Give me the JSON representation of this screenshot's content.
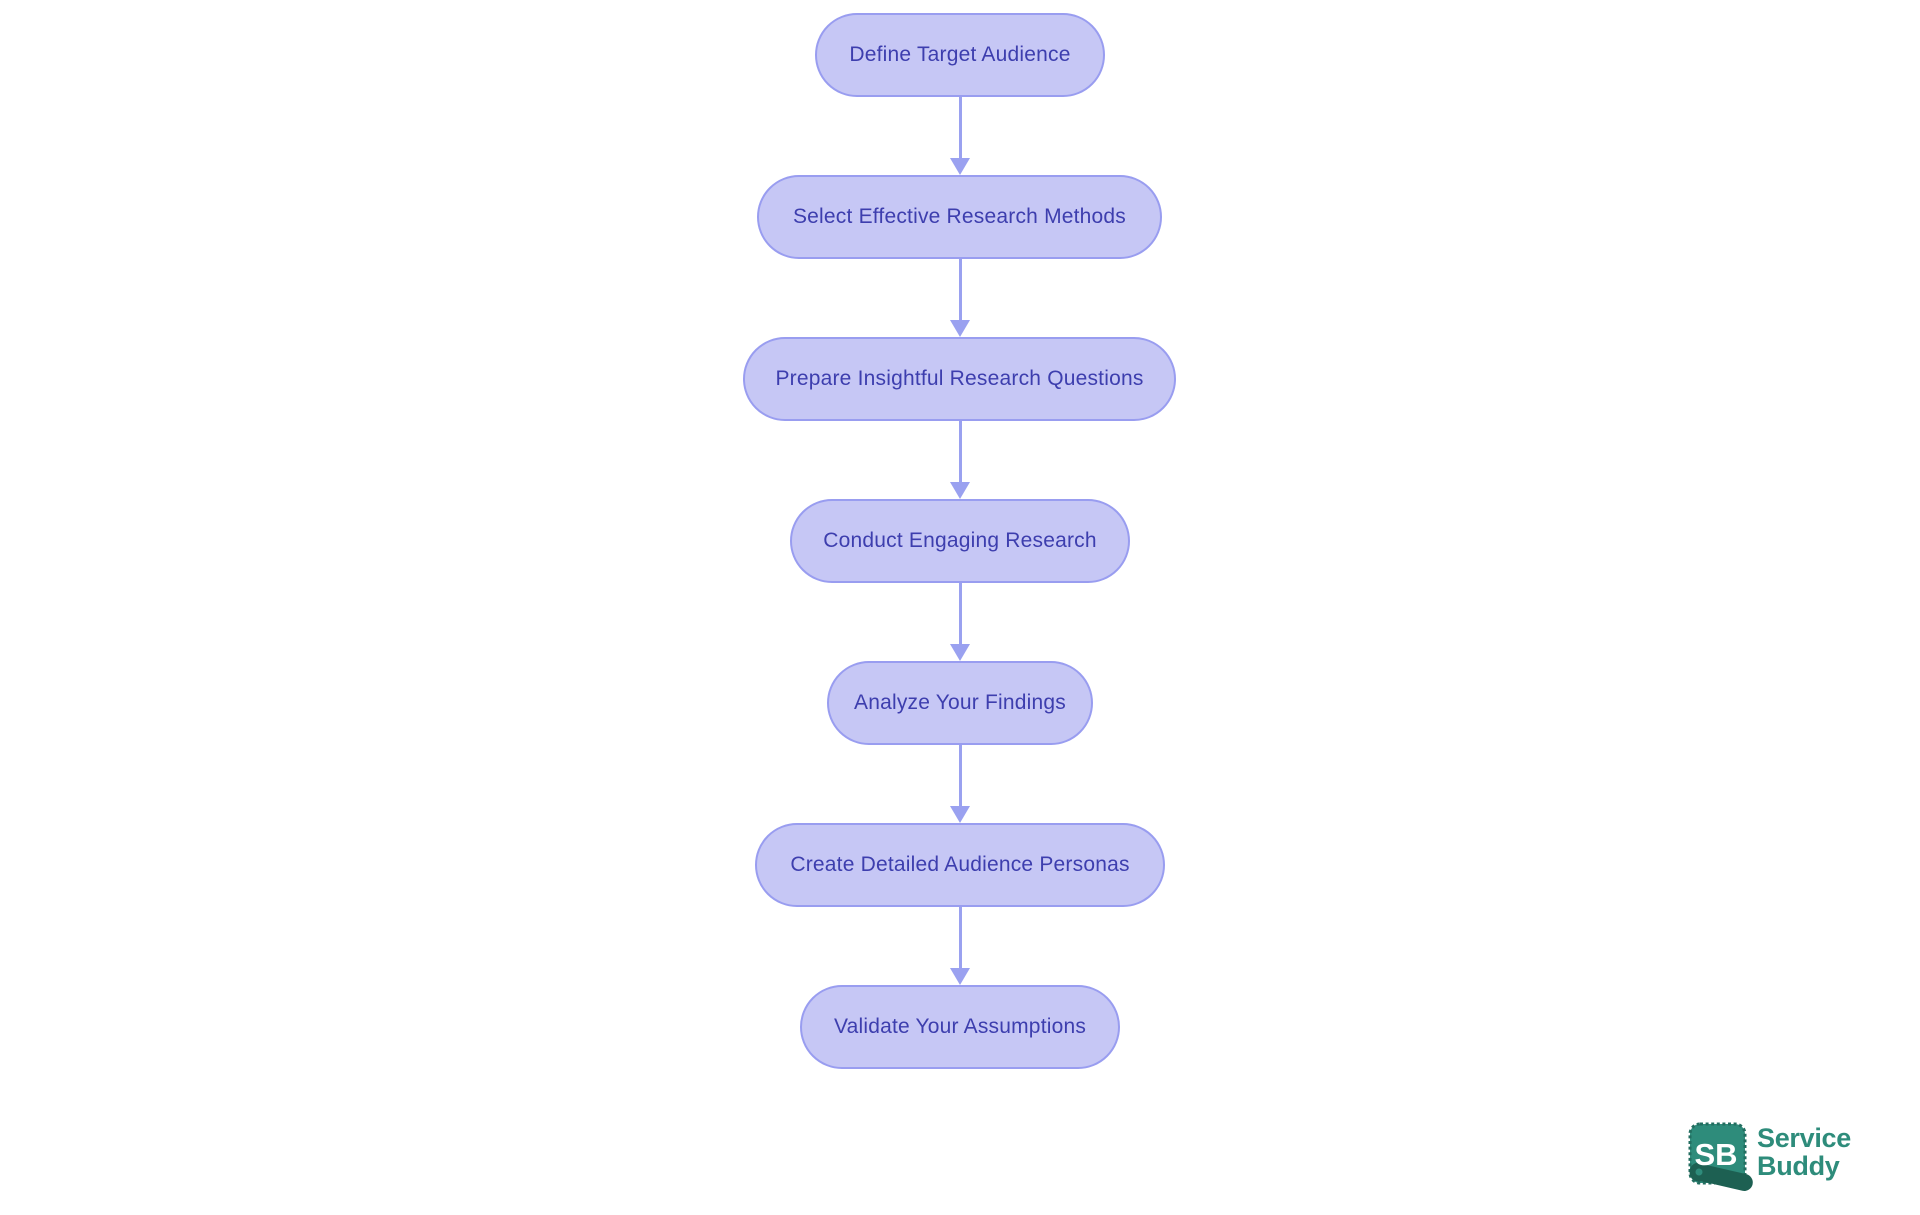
{
  "flow": {
    "nodes": [
      {
        "label": "Define Target Audience"
      },
      {
        "label": "Select Effective Research Methods"
      },
      {
        "label": "Prepare Insightful Research Questions"
      },
      {
        "label": "Conduct Engaging Research"
      },
      {
        "label": "Analyze Your Findings"
      },
      {
        "label": "Create Detailed Audience Personas"
      },
      {
        "label": "Validate Your Assumptions"
      }
    ]
  },
  "logo": {
    "badge": "SB",
    "line1": "Service",
    "line2": "Buddy"
  },
  "colors": {
    "node_fill": "#C6C7F5",
    "node_border": "#999DF0",
    "node_text": "#3D3EAE",
    "arrow": "#9AA1F0",
    "brand_teal": "#2E8C7B",
    "brand_teal_dark": "#1D6052",
    "background": "#FFFFFF"
  }
}
